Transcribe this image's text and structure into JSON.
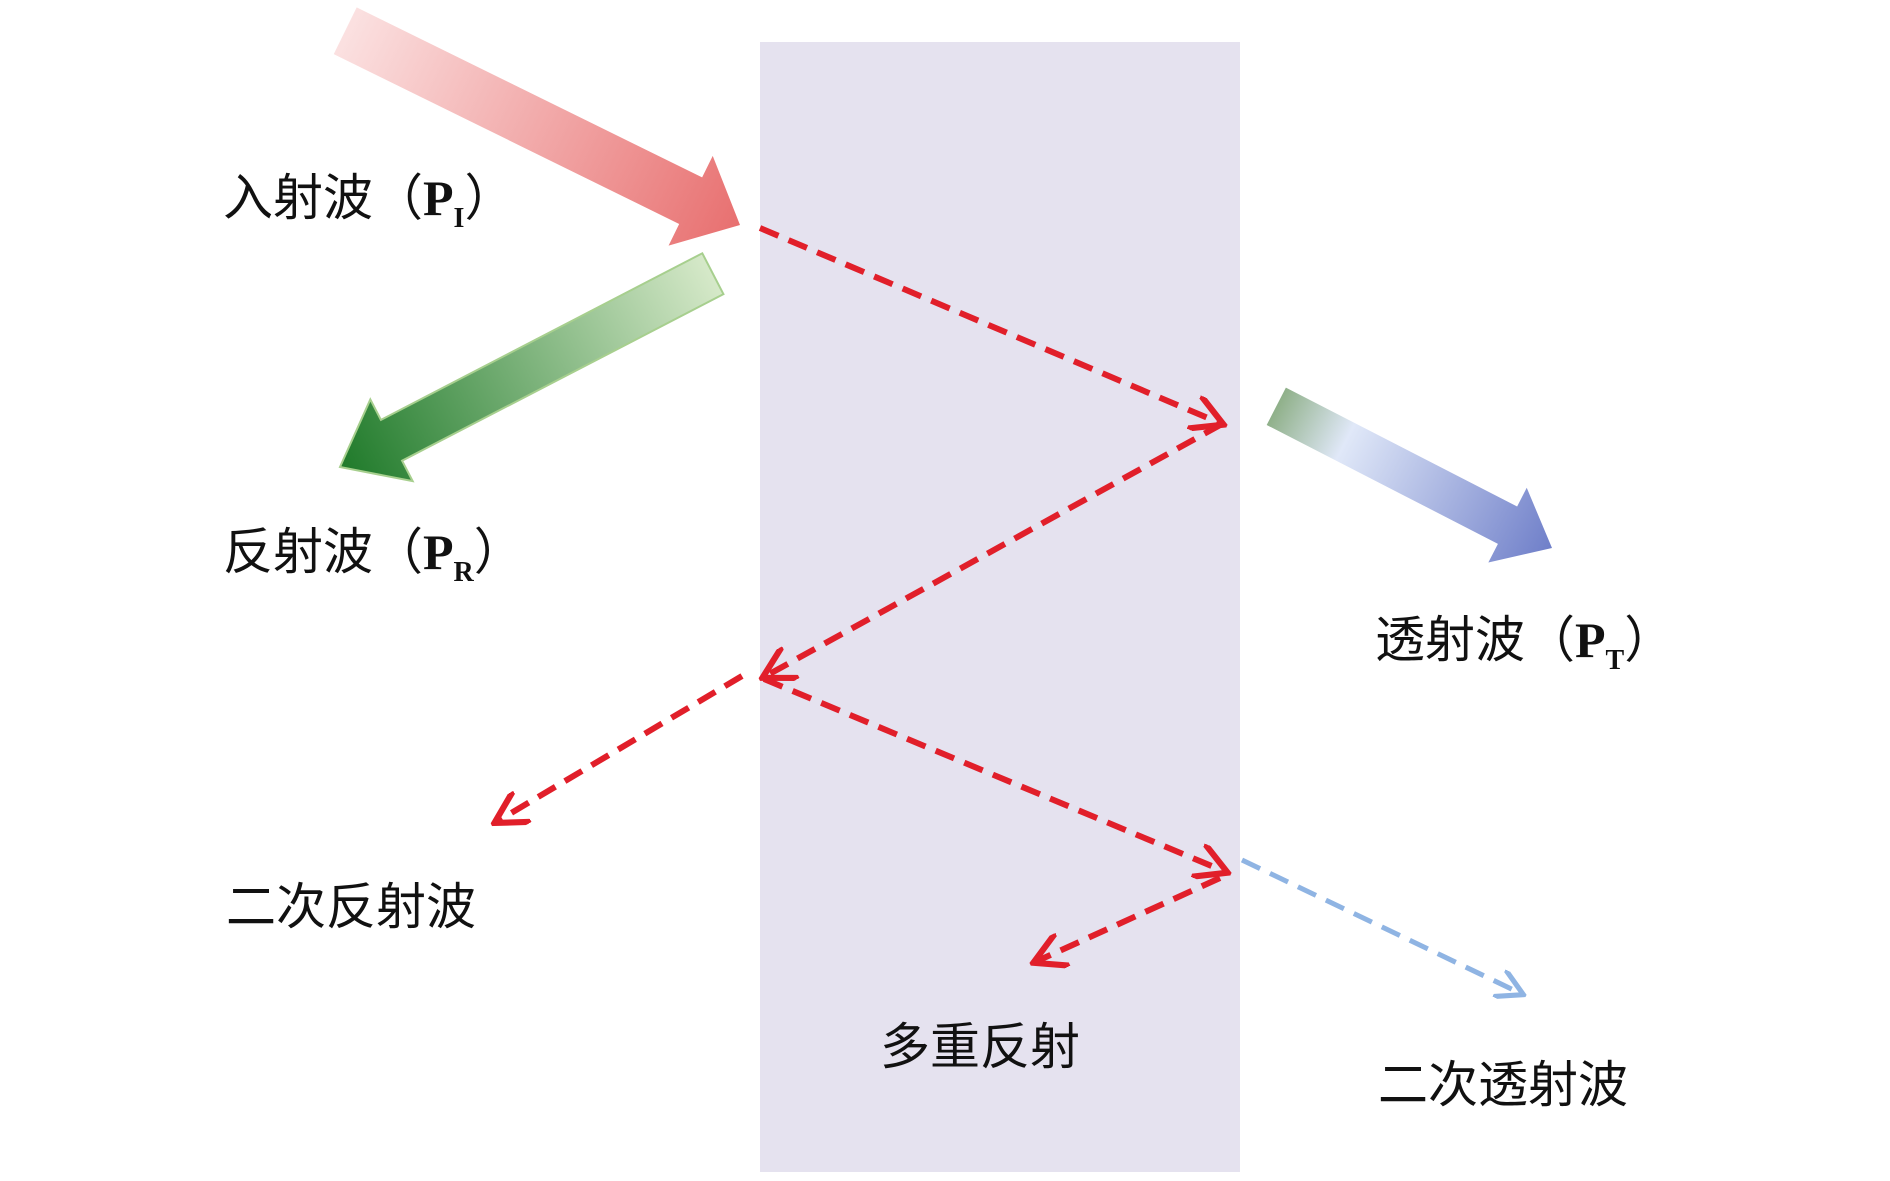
{
  "diagram": {
    "colors": {
      "slab": "#e5e2ef",
      "incident_arrow": "#e87070",
      "reflected_arrow": "#1f7a2a",
      "transmitted_arrow": "#6f7fc9",
      "internal_ray": "#e11f2a",
      "secondary_transmitted_ray": "#8fb4e3"
    },
    "labels": {
      "incident": {
        "prefix": "入射波（",
        "symbol": "P",
        "subscript": "I",
        "suffix": "）"
      },
      "reflected": {
        "prefix": "反射波（",
        "symbol": "P",
        "subscript": "R",
        "suffix": "）"
      },
      "transmitted": {
        "prefix": "透射波（",
        "symbol": "P",
        "subscript": "T",
        "suffix": "）"
      },
      "secondary_reflected": "二次反射波",
      "multiple_reflection": "多重反射",
      "secondary_transmitted": "二次透射波"
    }
  }
}
